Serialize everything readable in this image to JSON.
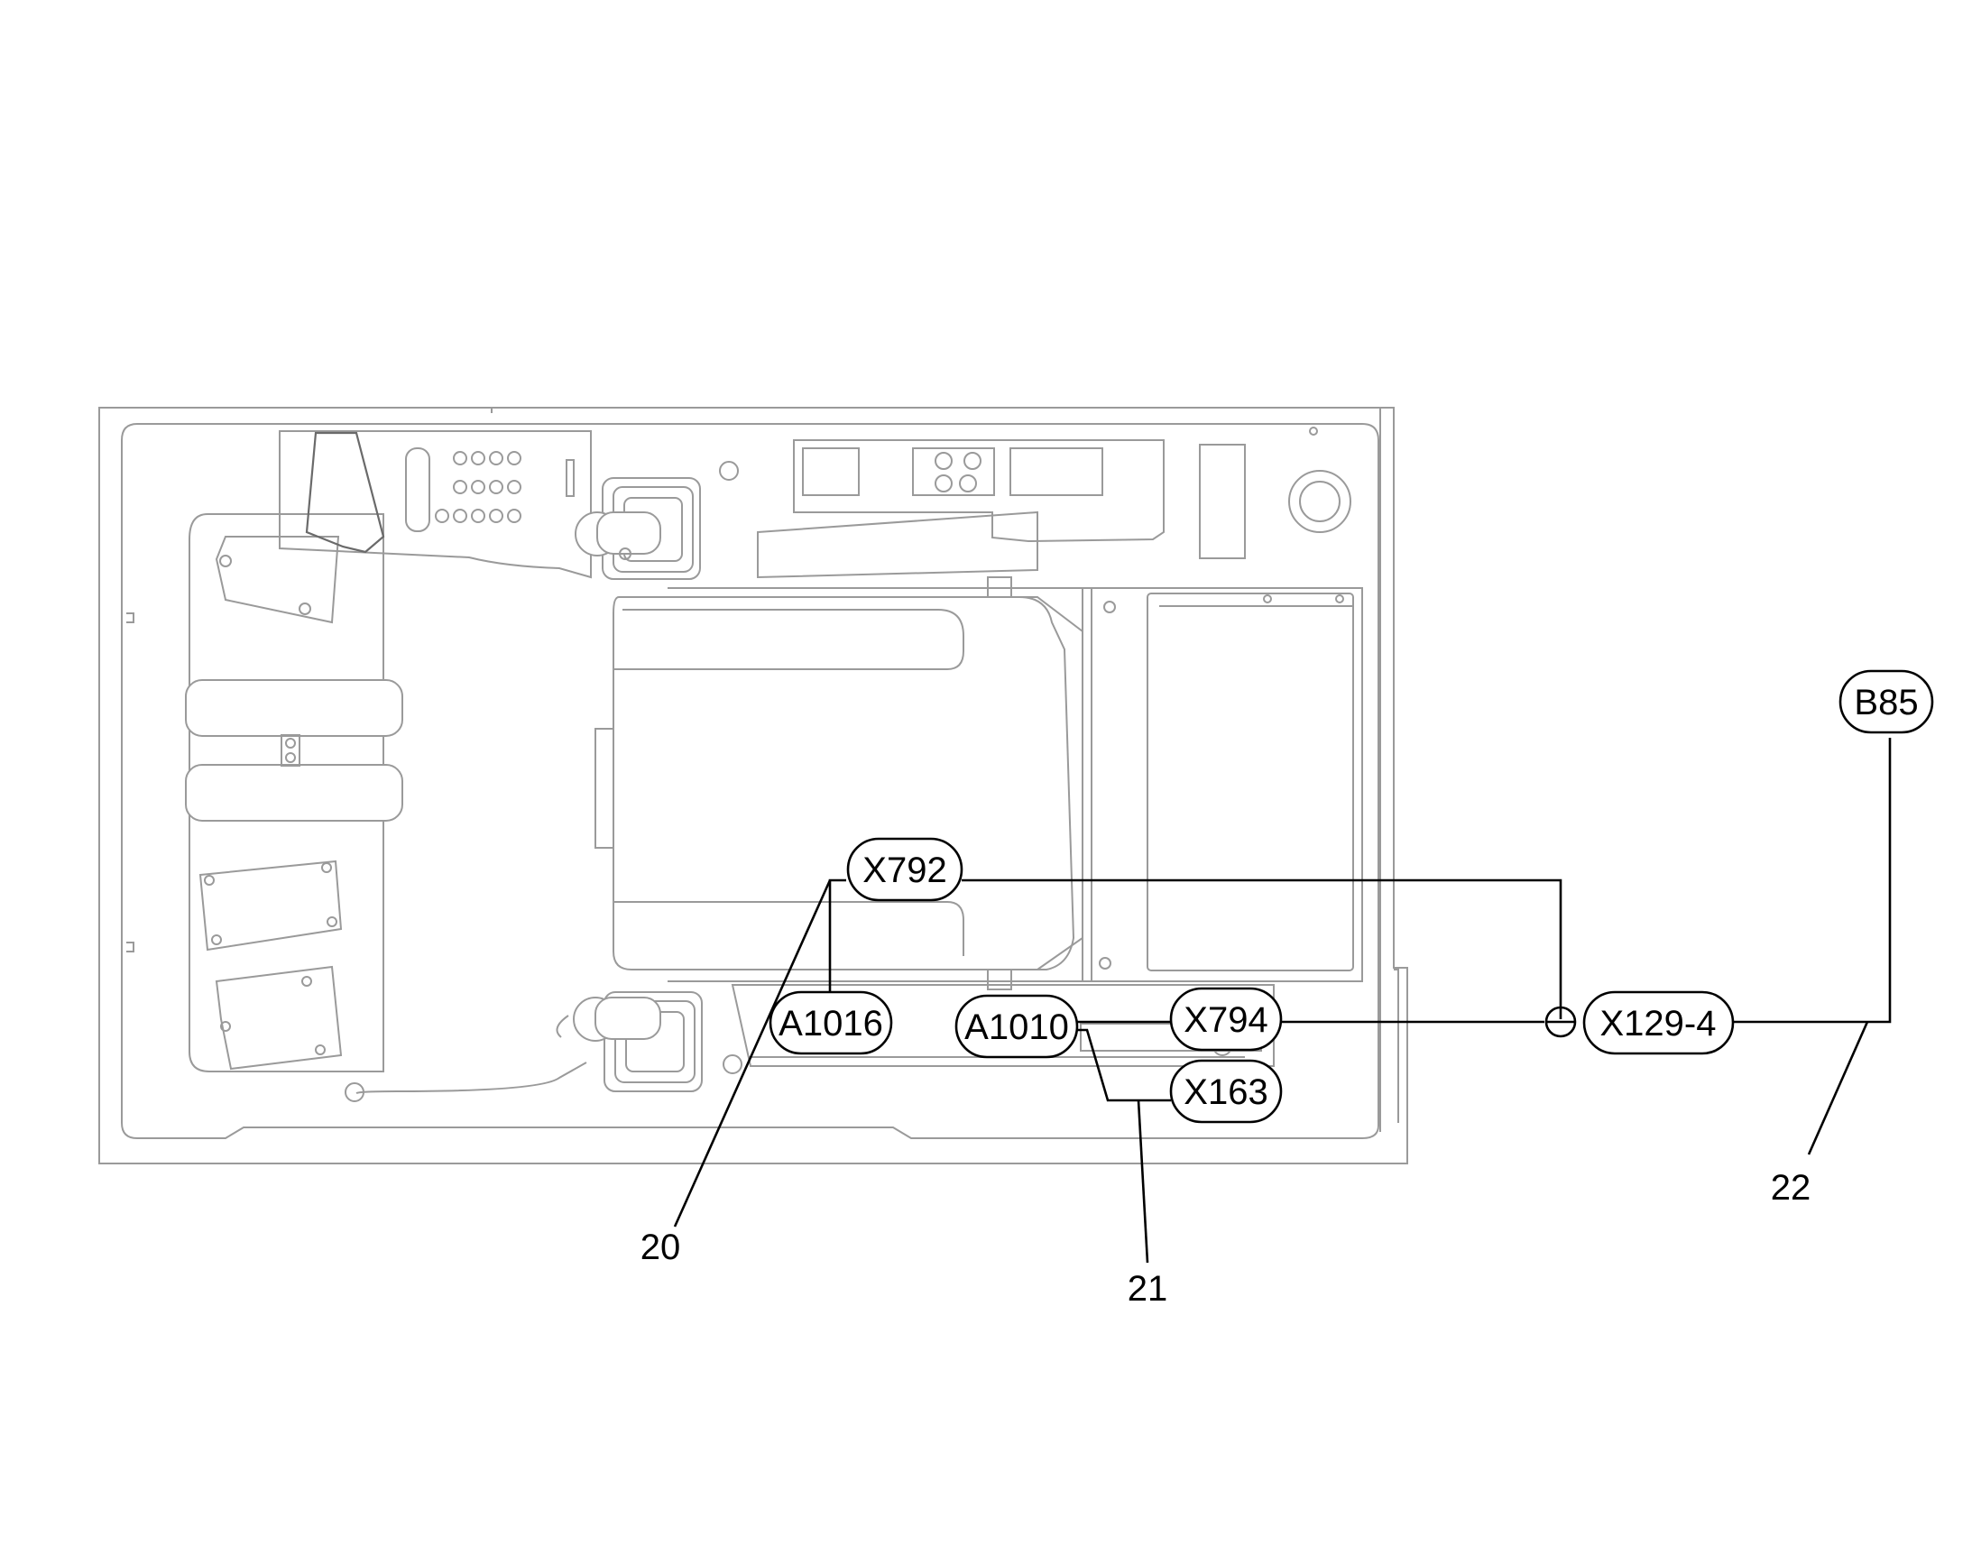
{
  "diagram": {
    "connectors": {
      "x792": "X792",
      "a1016": "A1016",
      "a1010": "A1010",
      "x794": "X794",
      "x163": "X163",
      "x129_4": "X129-4",
      "b85": "B85"
    },
    "callouts": {
      "c20": "20",
      "c21": "21",
      "c22": "22"
    }
  },
  "colors": {
    "cab_outline": "#9a9a9a",
    "wire": "#000000",
    "background": "#ffffff"
  }
}
